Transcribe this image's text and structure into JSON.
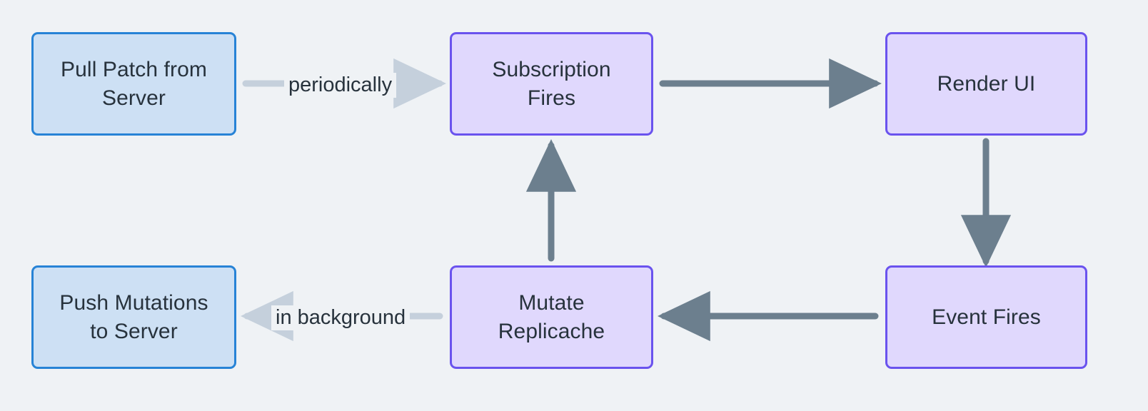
{
  "diagram": {
    "type": "flowchart",
    "title": "",
    "background_color": "#eff2f5",
    "node_text_color": "#27323c",
    "colors": {
      "blue_fill": "#cde0f4",
      "blue_stroke": "#2783d6",
      "purple_fill": "#e0d8fd",
      "purple_stroke": "#6a53ee",
      "edge_solid": "#6c7f8e",
      "edge_faded": "#c5d0dc"
    },
    "nodes": [
      {
        "id": "pull-patch-from-server",
        "label": "Pull Patch from\nServer",
        "style": "blue"
      },
      {
        "id": "subscription-fires",
        "label": "Subscription\nFires",
        "style": "purple"
      },
      {
        "id": "render-ui",
        "label": "Render UI",
        "style": "purple"
      },
      {
        "id": "push-mutations-to-server",
        "label": "Push Mutations\nto Server",
        "style": "blue"
      },
      {
        "id": "mutate-replicache",
        "label": "Mutate\nReplicache",
        "style": "purple"
      },
      {
        "id": "event-fires",
        "label": "Event Fires",
        "style": "purple"
      }
    ],
    "edges": [
      {
        "id": "pull-to-subscription",
        "from": "pull-patch-from-server",
        "to": "subscription-fires",
        "label": "periodically",
        "style": "faded",
        "direction": "right"
      },
      {
        "id": "subscription-to-render",
        "from": "subscription-fires",
        "to": "render-ui",
        "label": "",
        "style": "solid",
        "direction": "right"
      },
      {
        "id": "render-to-event",
        "from": "render-ui",
        "to": "event-fires",
        "label": "",
        "style": "solid",
        "direction": "down"
      },
      {
        "id": "event-to-mutate",
        "from": "event-fires",
        "to": "mutate-replicache",
        "label": "",
        "style": "solid",
        "direction": "left"
      },
      {
        "id": "mutate-to-push",
        "from": "mutate-replicache",
        "to": "push-mutations-to-server",
        "label": "in background",
        "style": "faded",
        "direction": "left"
      },
      {
        "id": "mutate-to-subscription",
        "from": "mutate-replicache",
        "to": "subscription-fires",
        "label": "",
        "style": "solid",
        "direction": "up"
      }
    ]
  }
}
